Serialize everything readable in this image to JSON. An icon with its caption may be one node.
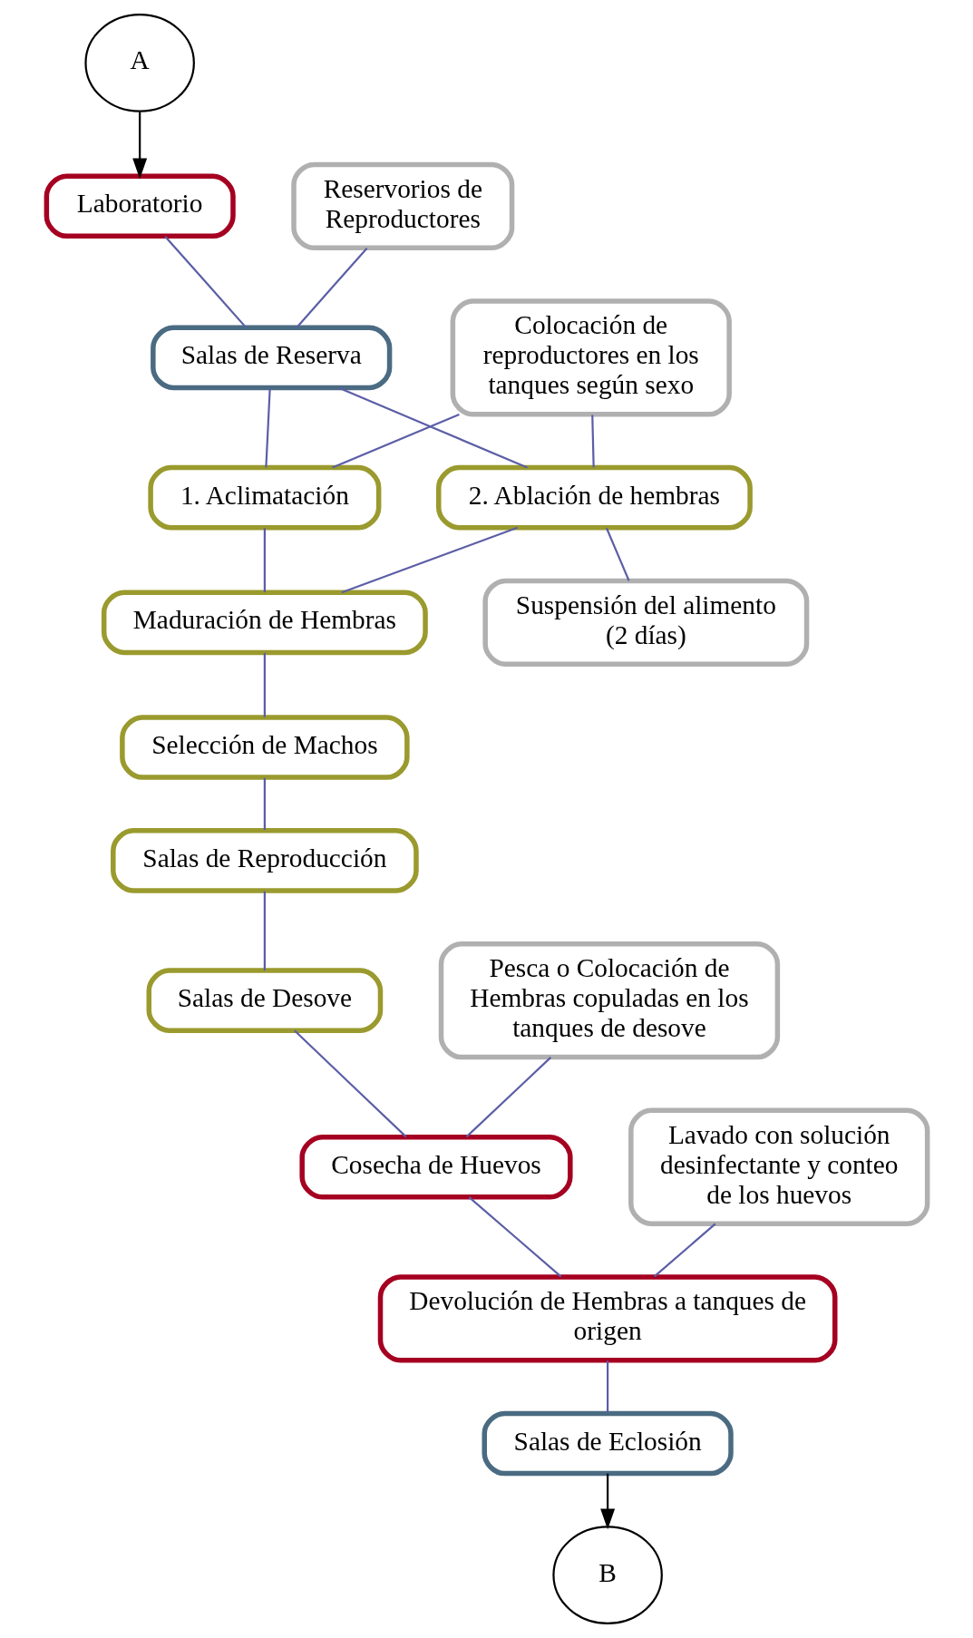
{
  "diagram": {
    "nodes": [
      {
        "text": [
          "A"
        ]
      },
      {
        "text": [
          "Laboratorio"
        ]
      },
      {
        "text": [
          "Reservorios de Reproductores"
        ]
      },
      {
        "text": [
          "Salas de Reserva"
        ]
      },
      {
        "text": [
          "Colocación de reproductores en los tanques según sexo"
        ]
      },
      {
        "text": [
          "1. Aclimatación"
        ]
      },
      {
        "text": [
          "2. Ablación de hembras"
        ]
      },
      {
        "text": [
          "Suspensión del alimento (2 días)"
        ]
      },
      {
        "text": [
          "Maduración de Hembras"
        ]
      },
      {
        "text": [
          "Selección de Machos"
        ]
      },
      {
        "text": [
          "Salas de Reproducción"
        ]
      },
      {
        "text": [
          "Salas de Desove"
        ]
      },
      {
        "text": [
          "Pesca o Colocación de Hembras copuladas en los tanques de desove"
        ]
      },
      {
        "text": [
          "Cosecha de Huevos"
        ]
      },
      {
        "text": [
          "Lavado con solución desinfectante y conteo de los huevos"
        ]
      },
      {
        "text": [
          "Devolución de Hembras a tanques de origen"
        ]
      },
      {
        "text": [
          "Salas de Eclosión"
        ]
      },
      {
        "text": [
          "B"
        ]
      }
    ],
    "edges": [
      {
        "from": 0,
        "to": 1,
        "arrow": "to",
        "color": "#000000"
      },
      {
        "from": 1,
        "to": 3,
        "arrow": "none"
      },
      {
        "from": 2,
        "to": 3,
        "arrow": "none"
      },
      {
        "from": 3,
        "to": 5,
        "arrow": "none"
      },
      {
        "from": 3,
        "to": 6,
        "arrow": "none"
      },
      {
        "from": 4,
        "to": 5,
        "arrow": "none"
      },
      {
        "from": 4,
        "to": 6,
        "arrow": "none"
      },
      {
        "from": 6,
        "to": 7,
        "arrow": "none"
      },
      {
        "from": 5,
        "to": 8,
        "arrow": "none"
      },
      {
        "from": 6,
        "to": 8,
        "arrow": "none"
      },
      {
        "from": 8,
        "to": 9,
        "arrow": "none"
      },
      {
        "from": 9,
        "to": 10,
        "arrow": "none"
      },
      {
        "from": 10,
        "to": 11,
        "arrow": "none"
      },
      {
        "from": 11,
        "to": 13,
        "arrow": "none"
      },
      {
        "from": 12,
        "to": 13,
        "arrow": "none"
      },
      {
        "from": 13,
        "to": 15,
        "arrow": "none"
      },
      {
        "from": 14,
        "to": 15,
        "arrow": "none"
      },
      {
        "from": 15,
        "to": 16,
        "arrow": "none"
      },
      {
        "from": 16,
        "to": 17,
        "arrow": "to",
        "color": "#000000"
      }
    ]
  }
}
